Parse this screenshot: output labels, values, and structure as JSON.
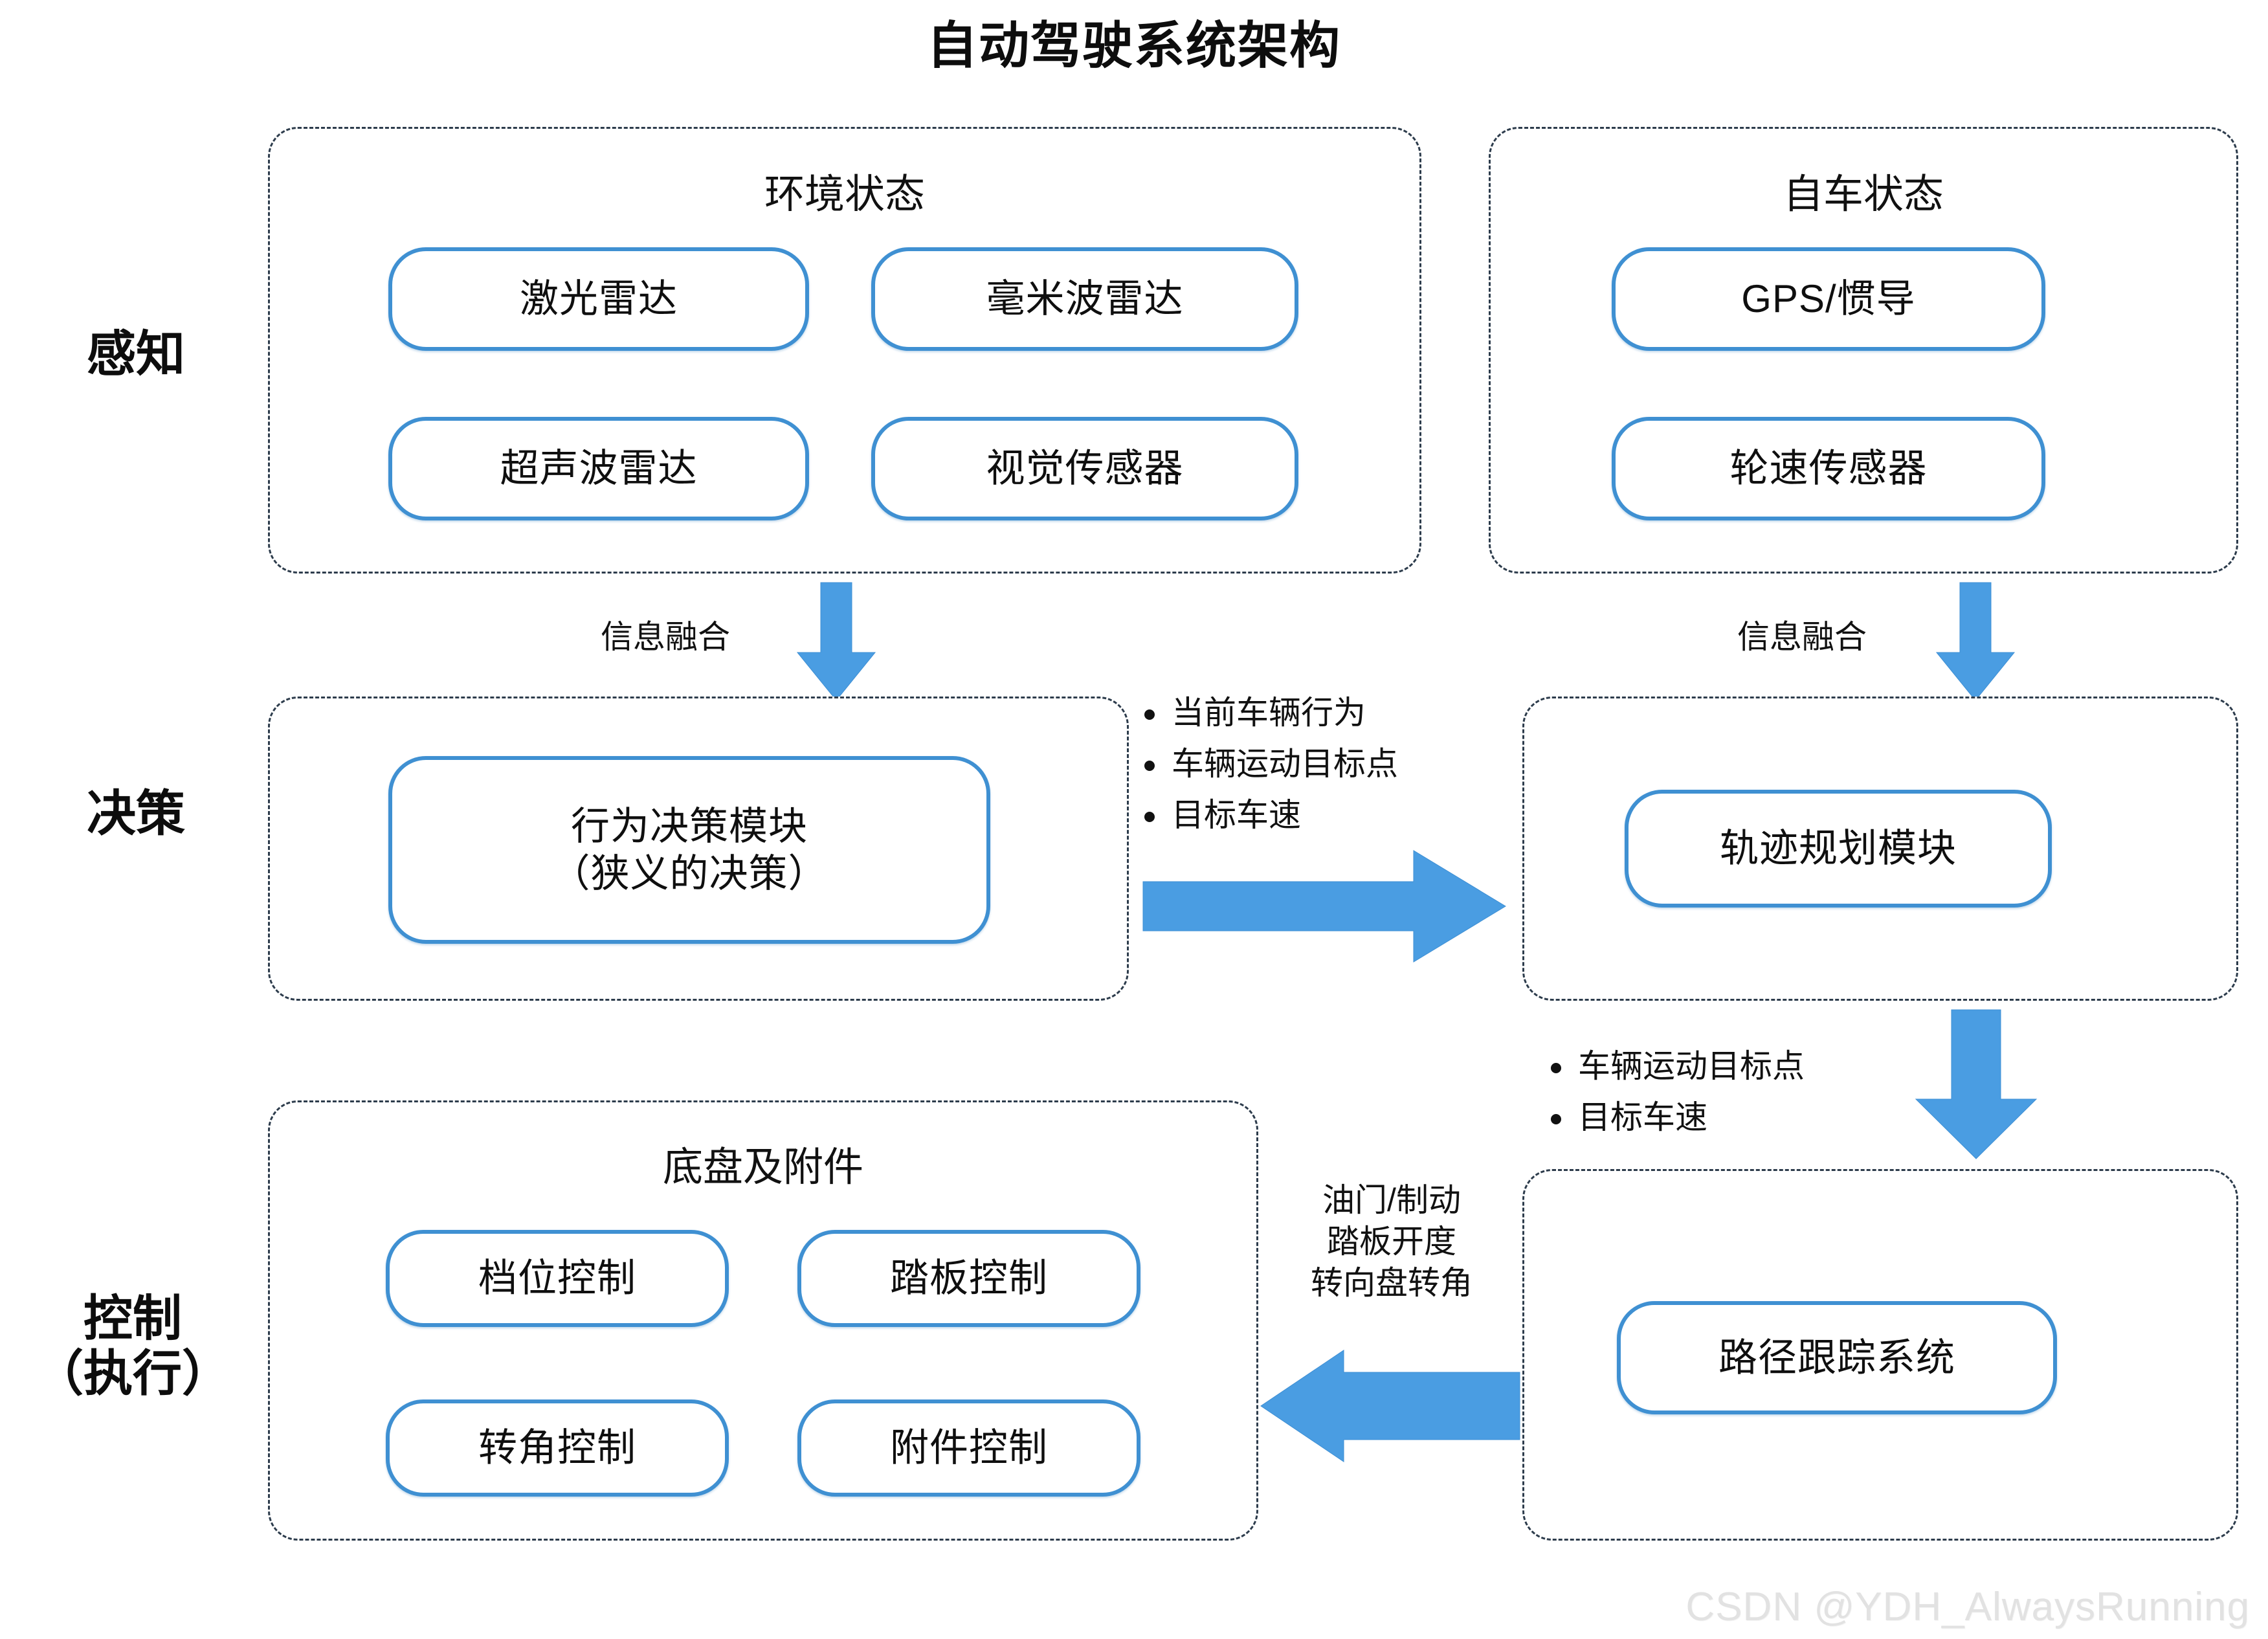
{
  "title": "自动驾驶系统架构",
  "stages": [
    {
      "name": "perception",
      "label": "感知"
    },
    {
      "name": "decision",
      "label": "决策"
    },
    {
      "name": "control",
      "label": "控制\n（执行）",
      "line1": "控制",
      "line2": "（执行）"
    }
  ],
  "panels": {
    "environment": {
      "title": "环境状态",
      "items": [
        "激光雷达",
        "毫米波雷达",
        "超声波雷达",
        "视觉传感器"
      ]
    },
    "ego": {
      "title": "自车状态",
      "items": [
        "GPS/惯导",
        "轮速传感器"
      ]
    },
    "decision": {
      "module_line1": "行为决策模块",
      "module_line2": "（狭义的决策）"
    },
    "planning": {
      "module": "轨迹规划模块"
    },
    "chassis": {
      "title": "底盘及附件",
      "items": [
        "档位控制",
        "踏板控制",
        "转角控制",
        "附件控制"
      ]
    },
    "tracking": {
      "module": "路径跟踪系统"
    }
  },
  "arrow_labels": {
    "fusion_left": "信息融合",
    "fusion_right": "信息融合",
    "control_signals_line1": "油门/制动",
    "control_signals_line2": "踏板开度",
    "control_signals_line3": "转向盘转角"
  },
  "bullet_groups": {
    "decision_to_planning": [
      "当前车辆行为",
      "车辆运动目标点",
      "目标车速"
    ],
    "planning_to_tracking": [
      "车辆运动目标点",
      "目标车速"
    ]
  },
  "watermark": "CSDN @YDH_AlwaysRunning",
  "colors": {
    "arrow_blue": "#4a9de2",
    "pill_border": "#3f90d2",
    "panel_dash": "#2d3c4c",
    "text": "#111111",
    "watermark": "#e2e2e2"
  }
}
